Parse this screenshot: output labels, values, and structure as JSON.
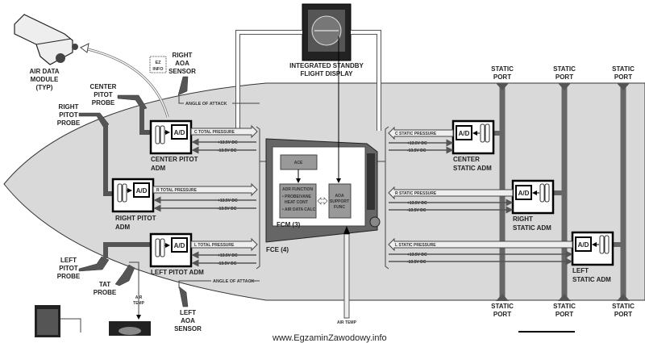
{
  "standby_display": {
    "line1": "INTEGRATED STANDBY",
    "line2": "FLIGHT DISPLAY"
  },
  "air_data_module": {
    "line1": "AIR DATA",
    "line2": "MODULE",
    "line3": "(TYP)"
  },
  "stamp": {
    "line1": "EZ",
    "line2": "INFO"
  },
  "right_aoa_sensor": {
    "line1": "RIGHT",
    "line2": "AOA",
    "line3": "SENSOR"
  },
  "left_aoa_sensor": {
    "line1": "LEFT",
    "line2": "AOA",
    "line3": "SENSOR"
  },
  "angle_of_attack": "ANGLE OF ATTACK",
  "probes": {
    "center": {
      "line1": "CENTER",
      "line2": "PITOT",
      "line3": "PROBE"
    },
    "right": {
      "line1": "RIGHT",
      "line2": "PITOT",
      "line3": "PROBE"
    },
    "left": {
      "line1": "LEFT",
      "line2": "PITOT",
      "line3": "PROBE"
    },
    "tat": {
      "line1": "TAT",
      "line2": "PROBE"
    }
  },
  "pitot_adms": {
    "center": {
      "line1": "CENTER PITOT",
      "line2": "ADM",
      "signal": "C TOTAL PRESSURE"
    },
    "right": {
      "line1": "RIGHT PITOT",
      "line2": "ADM",
      "signal": "R TOTAL PRESSURE"
    },
    "left": {
      "line1": "LEFT PITOT ADM",
      "signal": "L TOTAL PRESSURE"
    }
  },
  "static_adms": {
    "center": {
      "line1": "CENTER",
      "line2": "STATIC ADM",
      "signal": "C STATIC PRESSURE"
    },
    "right": {
      "line1": "RIGHT",
      "line2": "STATIC ADM",
      "signal": "R STATIC PRESSURE"
    },
    "left": {
      "line1": "LEFT",
      "line2": "STATIC ADM",
      "signal": "L STATIC PRESSURE"
    }
  },
  "ad_label": "A/D",
  "power": {
    "pos": "+13.5V DC",
    "neg": "-13.5V DC"
  },
  "static_port": {
    "line1": "STATIC",
    "line2": "PORT"
  },
  "fce": {
    "ace": "ACE",
    "adr": {
      "line1": "ADR FUNCTION",
      "line2": "• PROBE/VANE",
      "line3": "HEAT CONT",
      "line4": "• AIR DATA CALC"
    },
    "aoa": {
      "line1": "AOA",
      "line2": "SUPPORT",
      "line3": "FUNC"
    },
    "fcm": "FCM (3)",
    "fce": "FCE (4)"
  },
  "air_temp": {
    "line1": "AIR",
    "line2": "TEMP",
    "bottom": "AIR TEMP"
  },
  "watermark": "www.EgzaminZawodowy.info"
}
